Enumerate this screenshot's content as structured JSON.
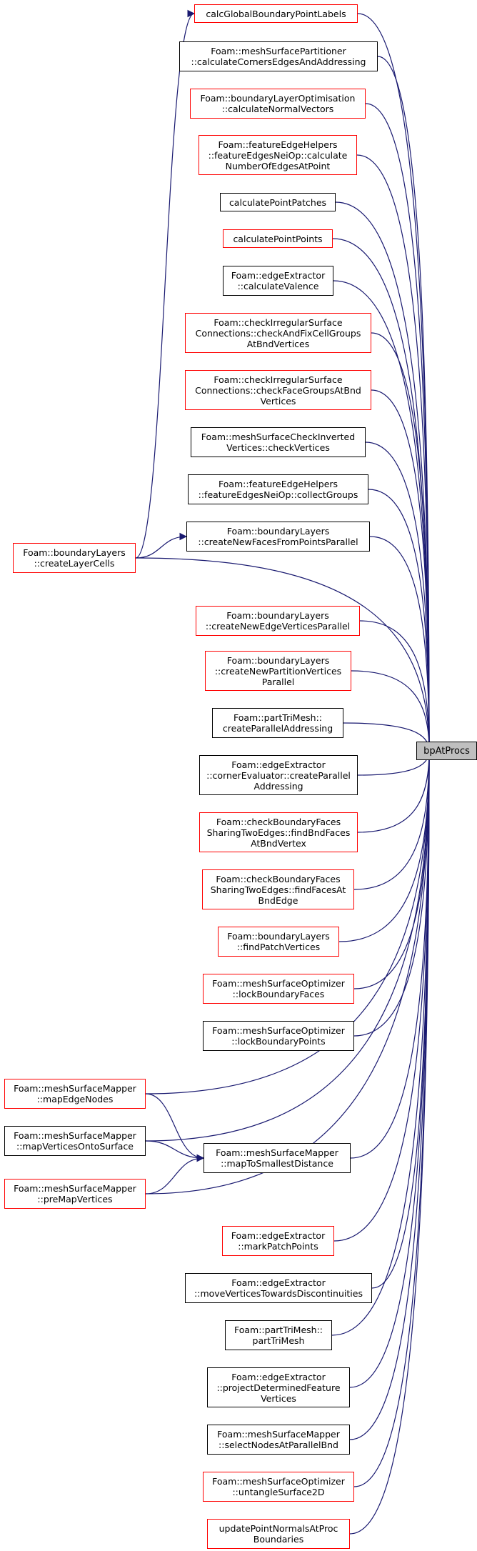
{
  "colors": {
    "edge": "#191970",
    "linked_border": "#ff0000",
    "plain_border": "#000000",
    "focus_fill": "#bfbfbf"
  },
  "focus": {
    "id": "bp",
    "label": [
      "bpAtProcs"
    ]
  },
  "nodes": [
    {
      "id": "n01",
      "label": [
        "calcGlobalBoundaryPointLabels"
      ],
      "style": "red"
    },
    {
      "id": "n02",
      "label": [
        "Foam::meshSurfacePartitioner",
        "::calculateCornersEdgesAndAddressing"
      ],
      "style": "black"
    },
    {
      "id": "n03",
      "label": [
        "Foam::boundaryLayerOptimisation",
        "::calculateNormalVectors"
      ],
      "style": "red"
    },
    {
      "id": "n04",
      "label": [
        "Foam::featureEdgeHelpers",
        "::featureEdgesNeiOp::calculate",
        "NumberOfEdgesAtPoint"
      ],
      "style": "red"
    },
    {
      "id": "n05",
      "label": [
        "calculatePointPatches"
      ],
      "style": "black"
    },
    {
      "id": "n06",
      "label": [
        "calculatePointPoints"
      ],
      "style": "red"
    },
    {
      "id": "n07",
      "label": [
        "Foam::edgeExtractor",
        "::calculateValence"
      ],
      "style": "black"
    },
    {
      "id": "n08",
      "label": [
        "Foam::checkIrregularSurface",
        "Connections::checkAndFixCellGroups",
        "AtBndVertices"
      ],
      "style": "red"
    },
    {
      "id": "n09",
      "label": [
        "Foam::checkIrregularSurface",
        "Connections::checkFaceGroupsAtBnd",
        "Vertices"
      ],
      "style": "red"
    },
    {
      "id": "n10",
      "label": [
        "Foam::meshSurfaceCheckInverted",
        "Vertices::checkVertices"
      ],
      "style": "black"
    },
    {
      "id": "n11",
      "label": [
        "Foam::featureEdgeHelpers",
        "::featureEdgesNeiOp::collectGroups"
      ],
      "style": "black"
    },
    {
      "id": "n12",
      "label": [
        "Foam::boundaryLayers",
        "::createNewFacesFromPointsParallel"
      ],
      "style": "black"
    },
    {
      "id": "n13",
      "label": [
        "Foam::boundaryLayers",
        "::createLayerCells"
      ],
      "style": "red"
    },
    {
      "id": "n14",
      "label": [
        "Foam::boundaryLayers",
        "::createNewEdgeVerticesParallel"
      ],
      "style": "red"
    },
    {
      "id": "n15",
      "label": [
        "Foam::boundaryLayers",
        "::createNewPartitionVertices",
        "Parallel"
      ],
      "style": "red"
    },
    {
      "id": "n16",
      "label": [
        "Foam::partTriMesh::",
        "createParallelAddressing"
      ],
      "style": "black"
    },
    {
      "id": "n17",
      "label": [
        "Foam::edgeExtractor",
        "::cornerEvaluator::createParallel",
        "Addressing"
      ],
      "style": "black"
    },
    {
      "id": "n18",
      "label": [
        "Foam::checkBoundaryFaces",
        "SharingTwoEdges::findBndFaces",
        "AtBndVertex"
      ],
      "style": "red"
    },
    {
      "id": "n19",
      "label": [
        "Foam::checkBoundaryFaces",
        "SharingTwoEdges::findFacesAt",
        "BndEdge"
      ],
      "style": "red"
    },
    {
      "id": "n20",
      "label": [
        "Foam::boundaryLayers",
        "::findPatchVertices"
      ],
      "style": "red"
    },
    {
      "id": "n21",
      "label": [
        "Foam::meshSurfaceOptimizer",
        "::lockBoundaryFaces"
      ],
      "style": "red"
    },
    {
      "id": "n22",
      "label": [
        "Foam::meshSurfaceOptimizer",
        "::lockBoundaryPoints"
      ],
      "style": "black"
    },
    {
      "id": "n23",
      "label": [
        "Foam::meshSurfaceMapper",
        "::mapEdgeNodes"
      ],
      "style": "red"
    },
    {
      "id": "n24",
      "label": [
        "Foam::meshSurfaceMapper",
        "::mapVerticesOntoSurface"
      ],
      "style": "black"
    },
    {
      "id": "n25",
      "label": [
        "Foam::meshSurfaceMapper",
        "::mapToSmallestDistance"
      ],
      "style": "black"
    },
    {
      "id": "n26",
      "label": [
        "Foam::meshSurfaceMapper",
        "::preMapVertices"
      ],
      "style": "red"
    },
    {
      "id": "n27",
      "label": [
        "Foam::edgeExtractor",
        "::markPatchPoints"
      ],
      "style": "red"
    },
    {
      "id": "n28",
      "label": [
        "Foam::edgeExtractor",
        "::moveVerticesTowardsDiscontinuities"
      ],
      "style": "black"
    },
    {
      "id": "n29",
      "label": [
        "Foam::partTriMesh::",
        "partTriMesh"
      ],
      "style": "black"
    },
    {
      "id": "n30",
      "label": [
        "Foam::edgeExtractor",
        "::projectDeterminedFeature",
        "Vertices"
      ],
      "style": "black"
    },
    {
      "id": "n31",
      "label": [
        "Foam::meshSurfaceMapper",
        "::selectNodesAtParallelBnd"
      ],
      "style": "black"
    },
    {
      "id": "n32",
      "label": [
        "Foam::meshSurfaceOptimizer",
        "::untangleSurface2D"
      ],
      "style": "red"
    },
    {
      "id": "n33",
      "label": [
        "updatePointNormalsAtProc",
        "Boundaries"
      ],
      "style": "red"
    }
  ],
  "edges": [
    [
      "n01",
      "bp"
    ],
    [
      "n02",
      "bp"
    ],
    [
      "n03",
      "bp"
    ],
    [
      "n04",
      "bp"
    ],
    [
      "n05",
      "bp"
    ],
    [
      "n06",
      "bp"
    ],
    [
      "n07",
      "bp"
    ],
    [
      "n08",
      "bp"
    ],
    [
      "n09",
      "bp"
    ],
    [
      "n10",
      "bp"
    ],
    [
      "n11",
      "bp"
    ],
    [
      "n12",
      "bp"
    ],
    [
      "n13",
      "bp"
    ],
    [
      "n14",
      "bp"
    ],
    [
      "n15",
      "bp"
    ],
    [
      "n16",
      "bp"
    ],
    [
      "n17",
      "bp"
    ],
    [
      "n18",
      "bp"
    ],
    [
      "n19",
      "bp"
    ],
    [
      "n20",
      "bp"
    ],
    [
      "n21",
      "bp"
    ],
    [
      "n22",
      "bp"
    ],
    [
      "n23",
      "bp"
    ],
    [
      "n24",
      "bp"
    ],
    [
      "n25",
      "bp"
    ],
    [
      "n26",
      "bp"
    ],
    [
      "n27",
      "bp"
    ],
    [
      "n28",
      "bp"
    ],
    [
      "n29",
      "bp"
    ],
    [
      "n30",
      "bp"
    ],
    [
      "n31",
      "bp"
    ],
    [
      "n32",
      "bp"
    ],
    [
      "n33",
      "bp"
    ],
    [
      "n13",
      "n12"
    ],
    [
      "n13",
      "n01"
    ],
    [
      "n23",
      "n25"
    ],
    [
      "n24",
      "n25"
    ],
    [
      "n26",
      "n25"
    ]
  ]
}
